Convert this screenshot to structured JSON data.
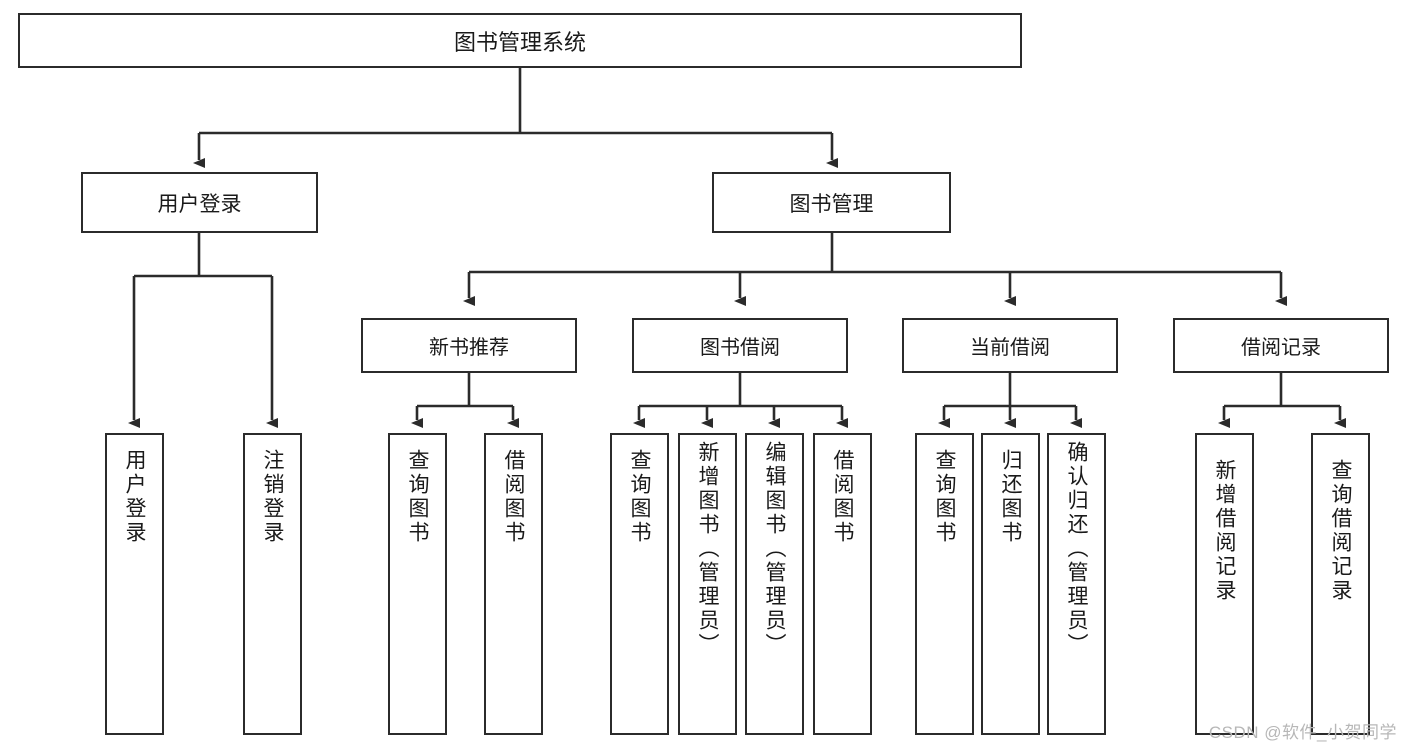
{
  "diagram": {
    "title": "图书管理系统",
    "type": "hierarchy-tree",
    "watermark": "CSDN @软件_小贺同学",
    "colors": {
      "stroke": "#2b2b2b",
      "fill": "#ffffff",
      "text": "#1a1a1a",
      "watermark": "#b7b7b7"
    },
    "root": {
      "label": "图书管理系统"
    },
    "level1": [
      {
        "id": "user-login",
        "label": "用户登录"
      },
      {
        "id": "book-manage",
        "label": "图书管理"
      }
    ],
    "level2": [
      {
        "id": "new-book-recommend",
        "label": "新书推荐",
        "parent": "book-manage"
      },
      {
        "id": "book-borrow",
        "label": "图书借阅",
        "parent": "book-manage"
      },
      {
        "id": "current-borrow",
        "label": "当前借阅",
        "parent": "book-manage"
      },
      {
        "id": "borrow-record",
        "label": "借阅记录",
        "parent": "book-manage"
      }
    ],
    "leaves": [
      {
        "id": "leaf-user-login",
        "label": "用户登录",
        "parent": "user-login"
      },
      {
        "id": "leaf-user-logout",
        "label": "注销登录",
        "parent": "user-login"
      },
      {
        "id": "leaf-query-book-1",
        "label": "查询图书",
        "parent": "new-book-recommend"
      },
      {
        "id": "leaf-borrow-book-1",
        "label": "借阅图书",
        "parent": "new-book-recommend"
      },
      {
        "id": "leaf-query-book-2",
        "label": "查询图书",
        "parent": "book-borrow"
      },
      {
        "id": "leaf-add-book",
        "label": "新增图书（管理员）",
        "parent": "book-borrow"
      },
      {
        "id": "leaf-edit-book",
        "label": "编辑图书（管理员）",
        "parent": "book-borrow"
      },
      {
        "id": "leaf-borrow-book-2",
        "label": "借阅图书",
        "parent": "book-borrow"
      },
      {
        "id": "leaf-query-book-3",
        "label": "查询图书",
        "parent": "current-borrow"
      },
      {
        "id": "leaf-return-book",
        "label": "归还图书",
        "parent": "current-borrow"
      },
      {
        "id": "leaf-confirm-return",
        "label": "确认归还（管理员）",
        "parent": "current-borrow"
      },
      {
        "id": "leaf-add-record",
        "label": "新增借阅记录",
        "parent": "borrow-record"
      },
      {
        "id": "leaf-query-record",
        "label": "查询借阅记录",
        "parent": "borrow-record"
      }
    ]
  }
}
